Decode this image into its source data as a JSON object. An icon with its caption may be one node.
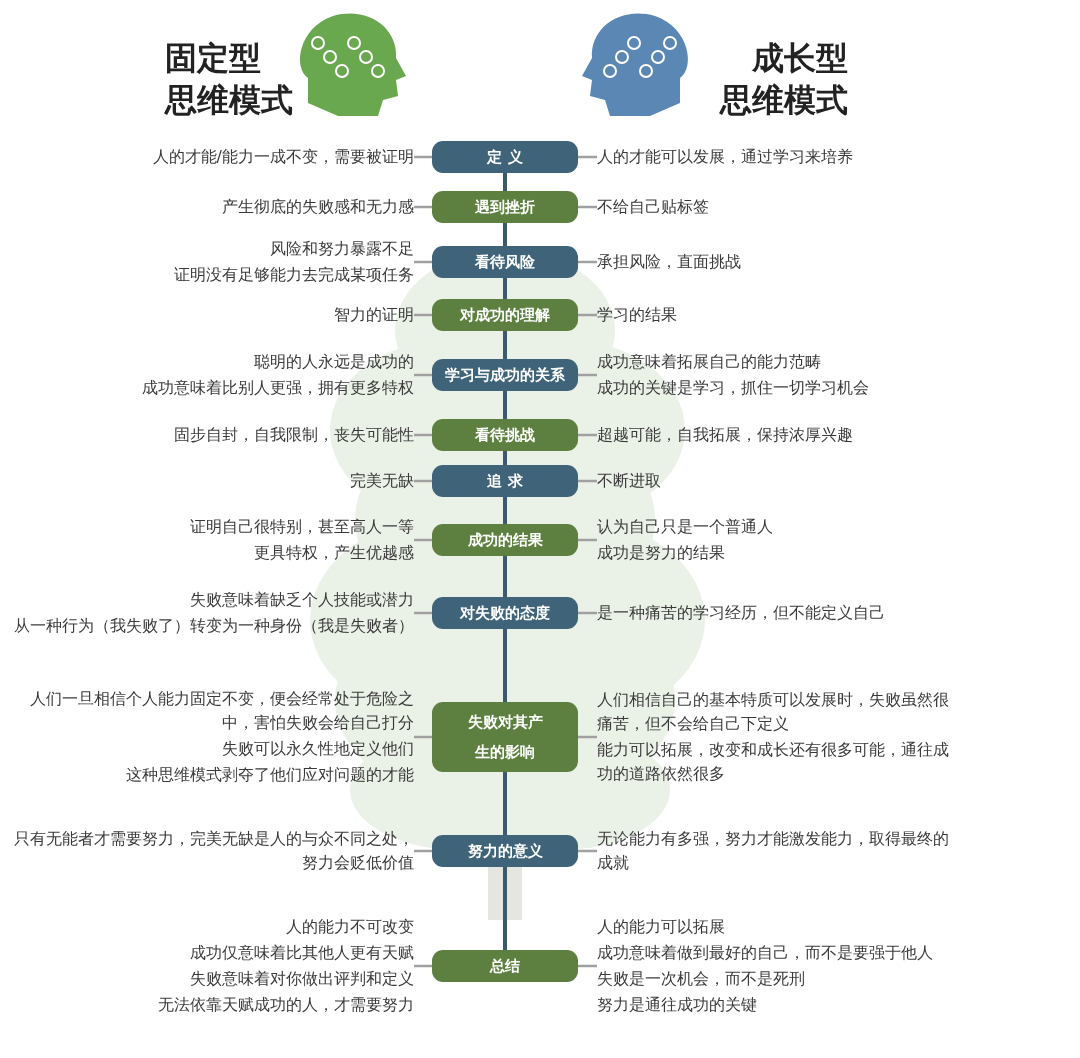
{
  "diagram": {
    "nodes": [
      {
        "text": [
          "人的才能/能力一成不变，需要被证明"
        ]
      },
      {
        "text": [
          "定 义"
        ]
      },
      {
        "text": [
          "人的才能可以发展，通过学习来培养"
        ]
      },
      {
        "text": [
          "产生彻底的失败感和无力感"
        ]
      },
      {
        "text": [
          "遇到挫折"
        ]
      },
      {
        "text": [
          "不给自己贴标签"
        ]
      },
      {
        "text": [
          "风险和努力暴露不足",
          "证明没有足够能力去完成某项任务"
        ]
      },
      {
        "text": [
          "看待风险"
        ]
      },
      {
        "text": [
          "承担风险，直面挑战"
        ]
      },
      {
        "text": [
          "智力的证明"
        ]
      },
      {
        "text": [
          "对成功的理解"
        ]
      },
      {
        "text": [
          "学习的结果"
        ]
      },
      {
        "text": [
          "聪明的人永远是成功的",
          "成功意味着比别人更强，拥有更多特权"
        ]
      },
      {
        "text": [
          "学习与成功的关系"
        ]
      },
      {
        "text": [
          "成功意味着拓展自己的能力范畴",
          "成功的关键是学习，抓住一切学习机会"
        ]
      },
      {
        "text": [
          "固步自封，自我限制，丧失可能性"
        ]
      },
      {
        "text": [
          "看待挑战"
        ]
      },
      {
        "text": [
          "超越可能，自我拓展，保持浓厚兴趣"
        ]
      },
      {
        "text": [
          "完美无缺"
        ]
      },
      {
        "text": [
          "追 求"
        ]
      },
      {
        "text": [
          "不断进取"
        ]
      },
      {
        "text": [
          "证明自己很特别，甚至高人一等",
          "更具特权，产生优越感"
        ]
      },
      {
        "text": [
          "成功的结果"
        ]
      },
      {
        "text": [
          "认为自己只是一个普通人",
          "成功是努力的结果"
        ]
      },
      {
        "text": [
          "失败意味着缺乏个人技能或潜力",
          "从一种行为（我失败了）转变为一种身份（我是失败者）"
        ]
      },
      {
        "text": [
          "对失败的态度"
        ]
      },
      {
        "text": [
          "是一种痛苦的学习经历，但不能定义自己"
        ]
      },
      {
        "text": [
          "人们一旦相信个人能力固定不变，便会经常处于危险之中，害怕失败会给自己打分",
          "失败可以永久性地定义他们",
          "这种思维模式剥夺了他们应对问题的才能"
        ]
      },
      {
        "text": [
          "失败对其产生的影响"
        ]
      },
      {
        "text": [
          "人们相信自己的基本特质可以发展时，失败虽然很痛苦，但不会给自己下定义",
          "能力可以拓展，改变和成长还有很多可能，通往成功的道路依然很多"
        ]
      },
      {
        "text": [
          "只有无能者才需要努力，完美无缺是人的与众不同之处，努力会贬低价值"
        ]
      },
      {
        "text": [
          "努力的意义"
        ]
      },
      {
        "text": [
          "无论能力有多强，努力才能激发能力，取得最终的成就"
        ]
      },
      {
        "text": [
          "人的能力不可改变",
          "成功仅意味着比其他人更有天赋",
          "失败意味着对你做出评判和定义",
          "无法依靠天赋成功的人，才需要努力"
        ]
      },
      {
        "text": [
          "总结"
        ]
      },
      {
        "text": [
          "人的能力可以拓展",
          "成功意味着做到最好的自己，而不是要强于他人",
          "失败是一次机会，而不是死刑",
          "努力是通往成功的关键"
        ]
      }
    ],
    "edges": [
      {
        "from": 0,
        "to": 1,
        "arrow": "none"
      },
      {
        "from": 1,
        "to": 2,
        "arrow": "none"
      },
      {
        "from": 3,
        "to": 4,
        "arrow": "none"
      },
      {
        "from": 4,
        "to": 5,
        "arrow": "none"
      },
      {
        "from": 6,
        "to": 7,
        "arrow": "none"
      },
      {
        "from": 7,
        "to": 8,
        "arrow": "none"
      },
      {
        "from": 9,
        "to": 10,
        "arrow": "none"
      },
      {
        "from": 10,
        "to": 11,
        "arrow": "none"
      },
      {
        "from": 12,
        "to": 13,
        "arrow": "none"
      },
      {
        "from": 13,
        "to": 14,
        "arrow": "none"
      },
      {
        "from": 15,
        "to": 16,
        "arrow": "none"
      },
      {
        "from": 16,
        "to": 17,
        "arrow": "none"
      },
      {
        "from": 18,
        "to": 19,
        "arrow": "none"
      },
      {
        "from": 19,
        "to": 20,
        "arrow": "none"
      },
      {
        "from": 21,
        "to": 22,
        "arrow": "none"
      },
      {
        "from": 22,
        "to": 23,
        "arrow": "none"
      },
      {
        "from": 24,
        "to": 25,
        "arrow": "none"
      },
      {
        "from": 25,
        "to": 26,
        "arrow": "none"
      },
      {
        "from": 27,
        "to": 28,
        "arrow": "none"
      },
      {
        "from": 28,
        "to": 29,
        "arrow": "none"
      },
      {
        "from": 30,
        "to": 31,
        "arrow": "none"
      },
      {
        "from": 31,
        "to": 32,
        "arrow": "none"
      },
      {
        "from": 33,
        "to": 34,
        "arrow": "none"
      },
      {
        "from": 34,
        "to": 35,
        "arrow": "none"
      },
      {
        "from": 1,
        "to": 4,
        "arrow": "none",
        "color": "#3d5a6c"
      },
      {
        "from": 4,
        "to": 7,
        "arrow": "none",
        "color": "#3d5a6c"
      },
      {
        "from": 7,
        "to": 10,
        "arrow": "none",
        "color": "#3d5a6c"
      },
      {
        "from": 10,
        "to": 13,
        "arrow": "none",
        "color": "#3d5a6c"
      },
      {
        "from": 13,
        "to": 16,
        "arrow": "none",
        "color": "#3d5a6c"
      },
      {
        "from": 16,
        "to": 19,
        "arrow": "none",
        "color": "#3d5a6c"
      },
      {
        "from": 19,
        "to": 22,
        "arrow": "none",
        "color": "#3d5a6c"
      },
      {
        "from": 22,
        "to": 25,
        "arrow": "none",
        "color": "#3d5a6c"
      },
      {
        "from": 25,
        "to": 28,
        "arrow": "none",
        "color": "#3d5a6c"
      },
      {
        "from": 28,
        "to": 31,
        "arrow": "none",
        "color": "#3d5a6c"
      },
      {
        "from": 31,
        "to": 34,
        "arrow": "none",
        "color": "#3d5a6c"
      }
    ],
    "labels": [
      "固定型",
      "思维模式",
      "成长型",
      "思维模式"
    ]
  }
}
